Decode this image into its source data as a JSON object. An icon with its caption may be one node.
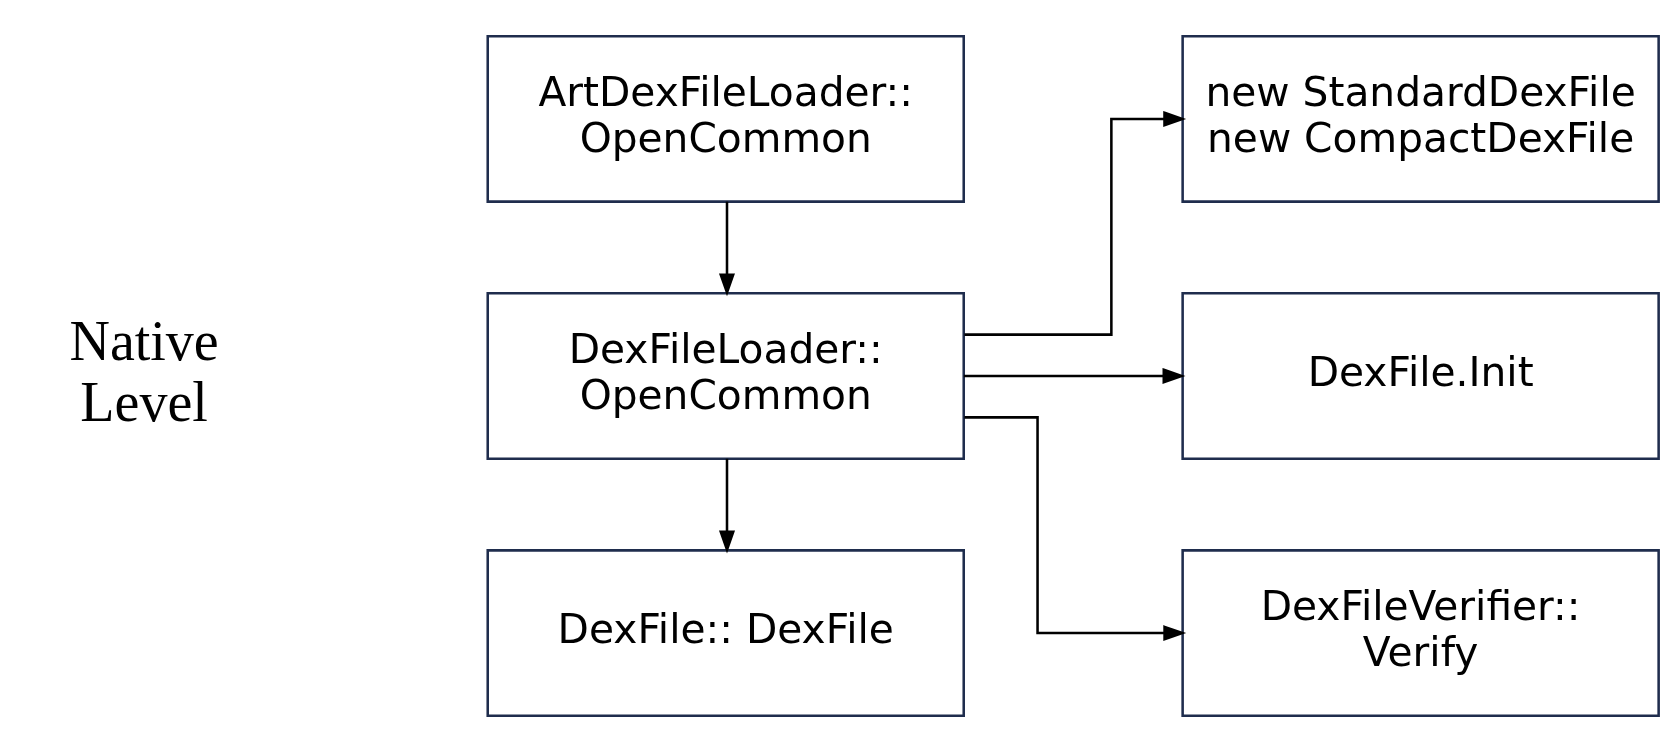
{
  "diagram": {
    "nodes": [
      {
        "text": [
          "ArtDexFileLoader:: OpenCommon"
        ]
      },
      {
        "text": [
          "DexFileLoader:: OpenCommon"
        ]
      },
      {
        "text": [
          "DexFile:: DexFile"
        ]
      },
      {
        "text": [
          "new StandardDexFile",
          "new CompactDexFile"
        ]
      },
      {
        "text": [
          "DexFile.Init"
        ]
      },
      {
        "text": [
          "DexFileVerifier:: Verify"
        ]
      }
    ],
    "edges": [
      {
        "from": 0,
        "to": 1,
        "arrow": "to"
      },
      {
        "from": 1,
        "to": 2,
        "arrow": "to"
      },
      {
        "from": 1,
        "to": 3,
        "arrow": "to"
      },
      {
        "from": 1,
        "to": 4,
        "arrow": "to"
      },
      {
        "from": 1,
        "to": 5,
        "arrow": "to"
      }
    ],
    "labels": [
      "Native Level"
    ]
  }
}
